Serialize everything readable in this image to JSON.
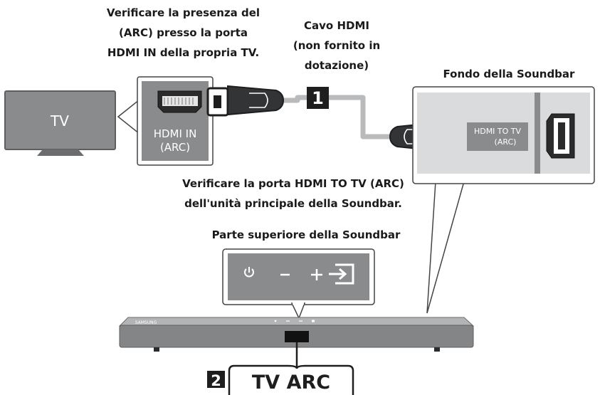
{
  "labels": {
    "tv_port_note": [
      "Verificare la presenza del",
      "(ARC) presso la porta",
      "HDMI IN della propria TV."
    ],
    "cable_note": [
      "Cavo HDMI",
      "(non fornito in",
      "dotazione)"
    ],
    "soundbar_bottom": "Fondo della Soundbar",
    "soundbar_port_note": [
      "Verificare la porta HDMI TO TV (ARC)",
      "dell'unità principale della Soundbar."
    ],
    "soundbar_top": "Parte superiore della Soundbar"
  },
  "tv": {
    "label": "TV"
  },
  "tv_port": {
    "line1": "HDMI IN",
    "line2": "(ARC)"
  },
  "soundbar_port": {
    "line1": "HDMI TO TV",
    "line2": "(ARC)"
  },
  "steps": {
    "step1": "1",
    "step2": "2"
  },
  "mode_display": "TV ARC",
  "brand": "SAMSUNG",
  "top_panel_icons": [
    "power-icon",
    "volume-down-icon",
    "volume-up-icon",
    "source-input-icon"
  ],
  "colors": {
    "device_gray": "#8a8b8d",
    "panel_gray": "#dadbdd",
    "dark": "#1e1e1e",
    "cable_gray": "#b9babc"
  }
}
